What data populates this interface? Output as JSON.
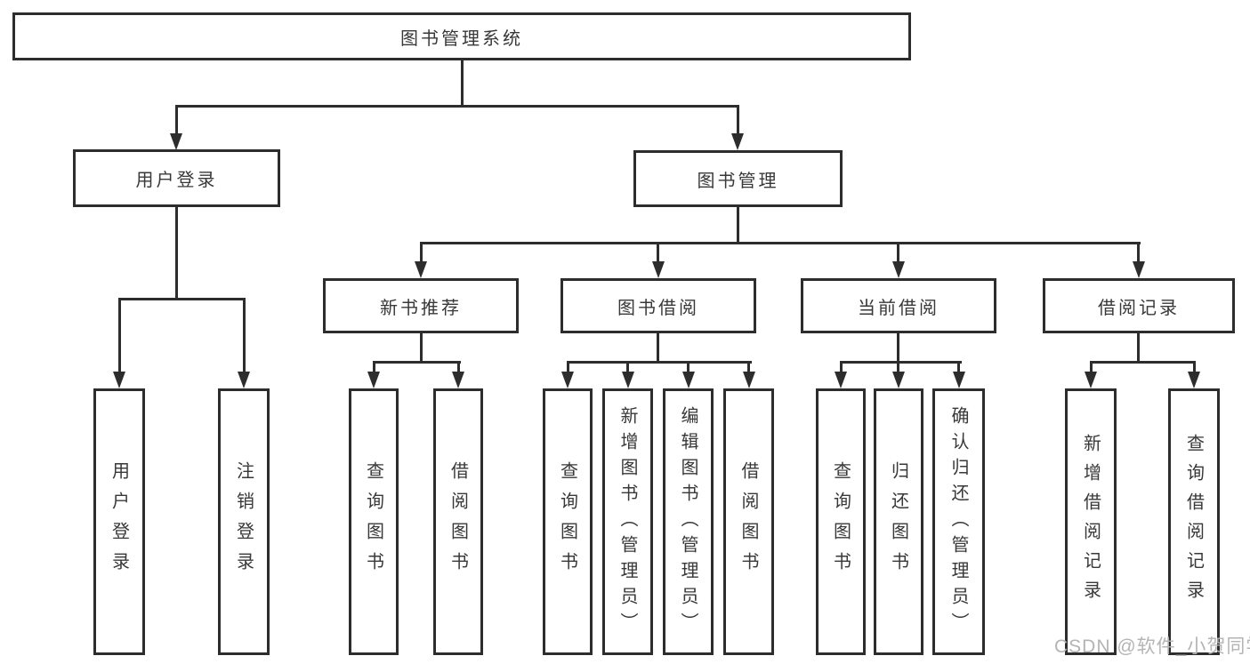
{
  "diagram": {
    "root": {
      "label": "图书管理系统"
    },
    "branches": [
      {
        "label": "用户登录",
        "children": [
          {
            "label": "用户登录"
          },
          {
            "label": "注销登录"
          }
        ]
      },
      {
        "label": "图书管理",
        "children": [
          {
            "label": "新书推荐",
            "children": [
              {
                "label": "查询图书"
              },
              {
                "label": "借阅图书"
              }
            ]
          },
          {
            "label": "图书借阅",
            "children": [
              {
                "label": "查询图书"
              },
              {
                "label": "新增图书（管理员）"
              },
              {
                "label": "编辑图书（管理员）"
              },
              {
                "label": "借阅图书"
              }
            ]
          },
          {
            "label": "当前借阅",
            "children": [
              {
                "label": "查询图书"
              },
              {
                "label": "归还图书"
              },
              {
                "label": "确认归还（管理员）"
              }
            ]
          },
          {
            "label": "借阅记录",
            "children": [
              {
                "label": "新增借阅记录"
              },
              {
                "label": "查询借阅记录"
              }
            ]
          }
        ]
      }
    ]
  },
  "watermark": {
    "text": "CSDN @软件_小贺同学"
  },
  "colors": {
    "line": "#2d2d2d",
    "text": "#383838",
    "watermark": "#b4b4b4",
    "background": "#ffffff"
  }
}
